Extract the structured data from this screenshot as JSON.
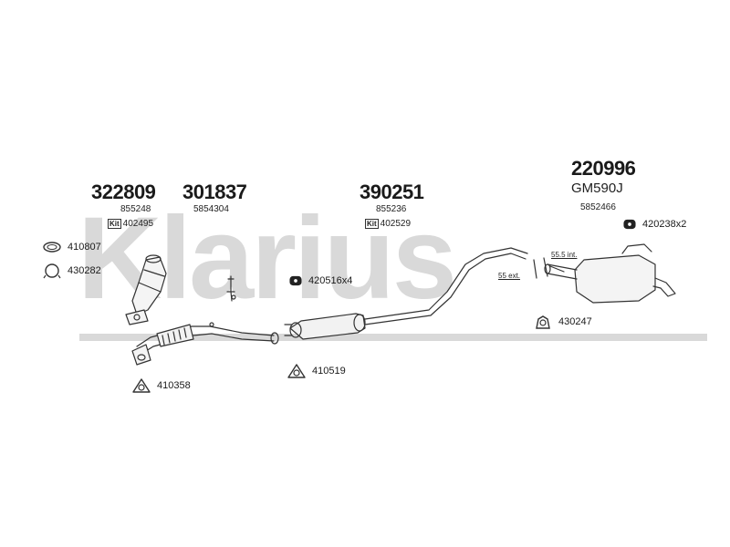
{
  "watermark": {
    "text": "Klarius"
  },
  "parts": [
    {
      "number": "322809",
      "code": "855248",
      "kit": "402495",
      "kit_badge": "Kit"
    },
    {
      "number": "301837",
      "code": "5854304"
    },
    {
      "number": "390251",
      "code": "855236",
      "kit": "402529",
      "kit_badge": "Kit"
    },
    {
      "number": "220996",
      "code": "5852466",
      "model": "GM590J"
    }
  ],
  "accessories": [
    {
      "label": "410807",
      "icon": "gasket-ring-icon"
    },
    {
      "label": "430282",
      "icon": "clamp-icon"
    },
    {
      "label": "420516x4",
      "icon": "rubber-mount-icon"
    },
    {
      "label": "420238x2",
      "icon": "rubber-mount-icon"
    },
    {
      "label": "430247",
      "icon": "clamp-bracket-icon"
    },
    {
      "label": "410519",
      "icon": "triangle-gasket-icon"
    },
    {
      "label": "410358",
      "icon": "triangle-gasket-icon"
    }
  ],
  "dimensions": {
    "int": "55.5 int.",
    "ext": "55 ext."
  },
  "colors": {
    "line": "#333333",
    "watermark": "#d9d9d9"
  }
}
